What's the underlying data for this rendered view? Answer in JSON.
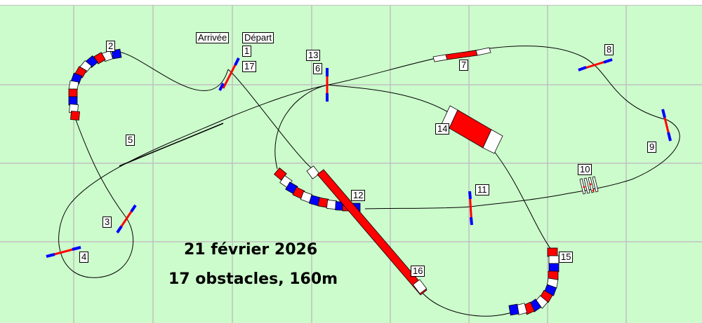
{
  "course": {
    "date": "21 février 2026",
    "summary": "17 obstacles, 160m",
    "finish_label": "Arrivée",
    "start_label": "Départ",
    "colors": {
      "background": "#ccfccc",
      "grid": "#c0c0c0",
      "red": "#ff0000",
      "blue": "#0000ff",
      "white": "#ffffff",
      "path": "#000000"
    }
  },
  "obstacles": [
    {
      "number": "1",
      "type": "vertical-bar"
    },
    {
      "number": "2",
      "type": "curved-wall"
    },
    {
      "number": "3",
      "type": "vertical-bar"
    },
    {
      "number": "4",
      "type": "vertical-bar"
    },
    {
      "number": "5",
      "type": "weave-poles"
    },
    {
      "number": "6",
      "type": "vertical-bar"
    },
    {
      "number": "7",
      "type": "tunnel-short"
    },
    {
      "number": "8",
      "type": "vertical-bar"
    },
    {
      "number": "9",
      "type": "vertical-bar"
    },
    {
      "number": "10",
      "type": "long-jump"
    },
    {
      "number": "11",
      "type": "vertical-bar"
    },
    {
      "number": "12",
      "type": "curved-tunnel"
    },
    {
      "number": "13",
      "type": "vertical-bar"
    },
    {
      "number": "14",
      "type": "a-frame"
    },
    {
      "number": "15",
      "type": "curved-tunnel"
    },
    {
      "number": "16",
      "type": "dog-walk"
    },
    {
      "number": "17",
      "type": "vertical-bar"
    }
  ]
}
